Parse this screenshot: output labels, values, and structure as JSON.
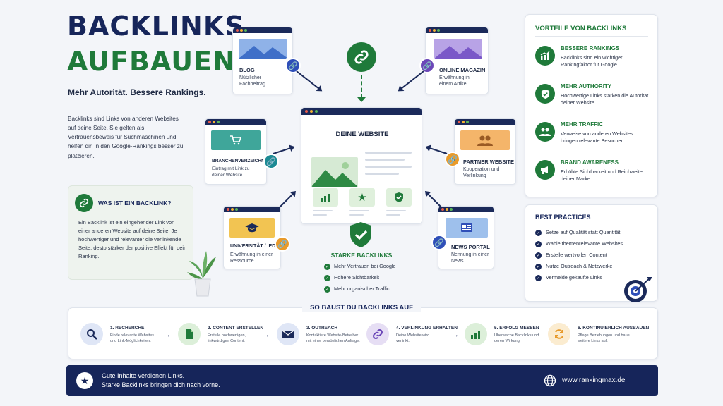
{
  "header": {
    "title_line1": "BACKLINKS",
    "title_line2": "AUFBAUEN",
    "subtitle": "Mehr Autorität. Bessere Rankings.",
    "intro": "Backlinks sind Links von anderen Websites auf deine Seite. Sie gelten als Vertrauensbeweis für Suchmaschinen und helfen dir, in den Google-Rankings besser zu platzieren."
  },
  "what": {
    "title": "WAS IST EIN BACKLINK?",
    "text": "Ein Backlink ist ein eingehender Link von einer anderen Website auf deine Seite. Je hochwertiger und relevanter die verlinkende Seite, desto stärker der positive Effekt für dein Ranking."
  },
  "sites": {
    "blog": {
      "name": "BLOG",
      "desc": "Nützlicher Fachbeitrag"
    },
    "magazin": {
      "name": "ONLINE MAGAZIN",
      "desc": "Erwähnung in einem Artikel"
    },
    "branchen": {
      "name": "BRANCHENVERZEICHNIS",
      "desc": "Eintrag mit Link zu deiner Website"
    },
    "partner": {
      "name": "PARTNER WEBSITE",
      "desc": "Kooperation und Verlinkung"
    },
    "uni": {
      "name": "UNIVERSITÄT / .EDU",
      "desc": "Erwähnung in einer Ressource"
    },
    "news": {
      "name": "NEWS PORTAL",
      "desc": "Nennung in einer News"
    }
  },
  "center": {
    "title": "DEINE WEBSITE",
    "strong_title": "STARKE BACKLINKS",
    "benefits": [
      "Mehr Vertrauen bei Google",
      "Höhere Sichtbarkeit",
      "Mehr organischer Traffic"
    ]
  },
  "vorteile": {
    "title": "VORTEILE VON BACKLINKS",
    "items": [
      {
        "title": "BESSERE RANKINGS",
        "text": "Backlinks sind ein wichtiger Rankingfaktor für Google."
      },
      {
        "title": "MEHR AUTHORITY",
        "text": "Hochwertige Links stärken die Autorität deiner Website."
      },
      {
        "title": "MEHR TRAFFIC",
        "text": "Verweise von anderen Websites bringen relevante Besucher."
      },
      {
        "title": "BRAND AWARENESS",
        "text": "Erhöhte Sichtbarkeit und Reichweite deiner Marke."
      }
    ]
  },
  "best": {
    "title": "BEST PRACTICES",
    "items": [
      "Setze auf Qualität statt Quantität",
      "Wähle themenrelevante Websites",
      "Erstelle wertvollen Content",
      "Nutze Outreach & Netzwerke",
      "Vermeide gekaufte Links"
    ]
  },
  "steps": {
    "title": "SO BAUST DU BACKLINKS AUF",
    "items": [
      {
        "title": "1. RECHERCHE",
        "text": "Finde relevante Websites und Link-Möglichkeiten."
      },
      {
        "title": "2. CONTENT ERSTELLEN",
        "text": "Erstelle hochwertigen, linkwürdigen Content."
      },
      {
        "title": "3. OUTREACH",
        "text": "Kontaktiere Website-Betreiber mit einer persönlichen Anfrage."
      },
      {
        "title": "4. VERLINKUNG ERHALTEN",
        "text": "Deine Website wird verlinkt."
      },
      {
        "title": "5. ERFOLG MESSEN",
        "text": "Überwache Backlinks und deren Wirkung."
      },
      {
        "title": "6. KONTINUIERLICH AUSBAUEN",
        "text": "Pflege Beziehungen und baue weitere Links auf."
      }
    ]
  },
  "footer": {
    "line1": "Gute Inhalte verdienen Links.",
    "line2": "Starke Backlinks bringen dich nach vorne.",
    "url": "www.rankingmax.de"
  },
  "colors": {
    "navy": "#1b2a5a",
    "green": "#1f7a3a",
    "blue_badge": "#2f4fb8",
    "teal_badge": "#1c8a94",
    "orange_badge": "#e89a2a",
    "purple_badge": "#6b47b8"
  },
  "icons": {
    "link": "link-icon",
    "check": "check-icon",
    "star": "star-icon",
    "target": "target-icon",
    "globe": "globe-icon"
  }
}
